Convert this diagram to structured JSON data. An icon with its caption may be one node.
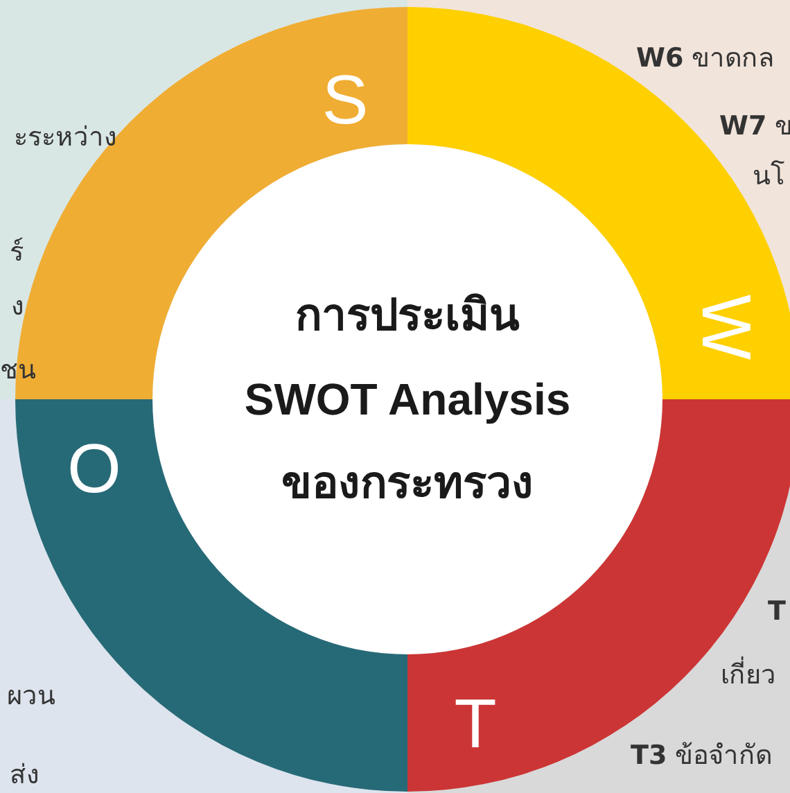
{
  "diagram": {
    "nodes": [
      {
        "text": [
          "การประเมิน SWOT Analysis ของกระทรวง"
        ]
      },
      {
        "text": [
          "S"
        ]
      },
      {
        "text": [
          "W"
        ]
      },
      {
        "text": [
          "O"
        ]
      },
      {
        "text": [
          "T"
        ]
      }
    ],
    "labels": [
      "ะระหว่าง",
      "ร์",
      "ง",
      "ชน",
      "**W6** ขาดกล",
      "**W7** ข",
      "นโ",
      "**T**",
      "เกี่ยว",
      "**T3** ข้อจำกัด",
      "ผวน",
      "ส่ง"
    ]
  }
}
